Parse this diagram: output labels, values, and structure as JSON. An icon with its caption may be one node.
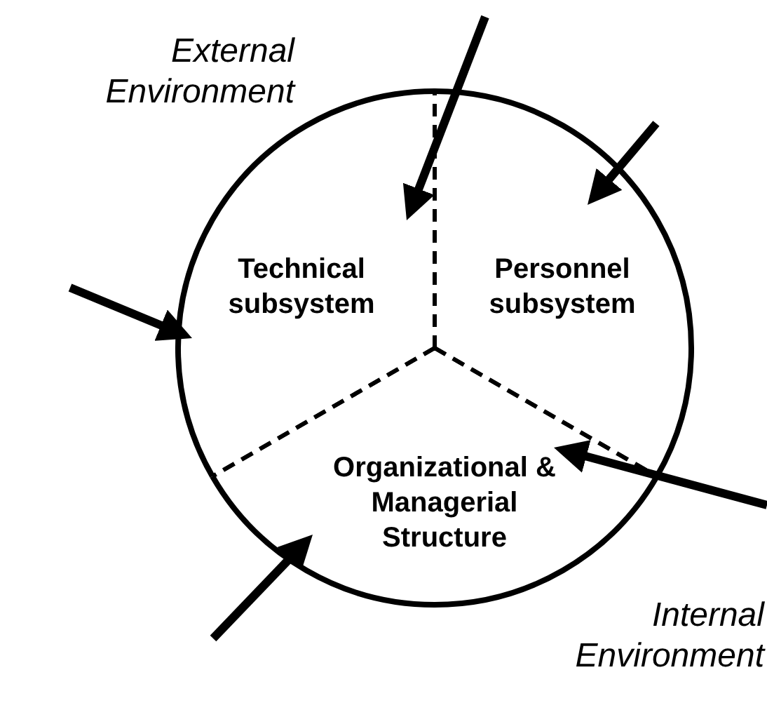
{
  "diagram": {
    "nodes": [
      {
        "text": [
          "Technical subsystem"
        ]
      },
      {
        "text": [
          "Personnel subsystem"
        ]
      },
      {
        "text": [
          "Organizational & Managerial Structure"
        ]
      }
    ],
    "edges": [
      {
        "from": null,
        "to": 0,
        "arrow": "to"
      },
      {
        "from": null,
        "to": 1,
        "arrow": "to"
      },
      {
        "from": null,
        "to": 0,
        "arrow": "to"
      },
      {
        "from": null,
        "to": 1,
        "arrow": "to"
      },
      {
        "from": null,
        "to": 2,
        "arrow": "to"
      }
    ],
    "labels": [
      "External Environment",
      "Internal Environment"
    ]
  }
}
